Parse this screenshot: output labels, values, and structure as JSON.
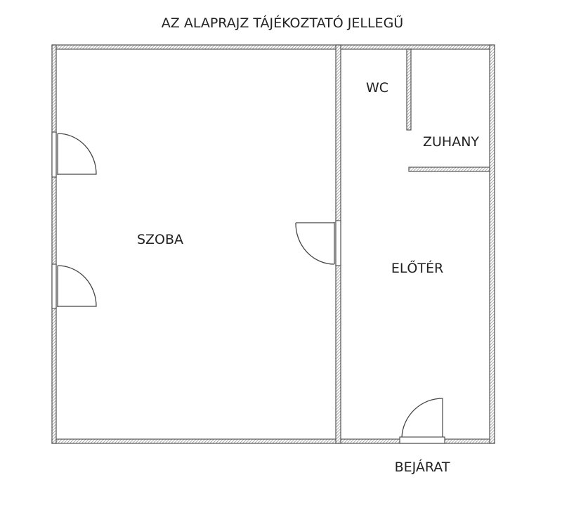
{
  "plan": {
    "title": "AZ ALAPRAJZ TÁJÉKOZTATÓ JELLEGŰ",
    "rooms": {
      "szoba": "SZOBA",
      "wc": "WC",
      "zuhany": "ZUHANY",
      "eloter": "ELŐTÉR"
    },
    "entrance": "BEJÁRAT"
  },
  "colors": {
    "wall_outline": "#555555",
    "wall_hatch": "#888888",
    "text": "#222222",
    "background": "#ffffff"
  }
}
